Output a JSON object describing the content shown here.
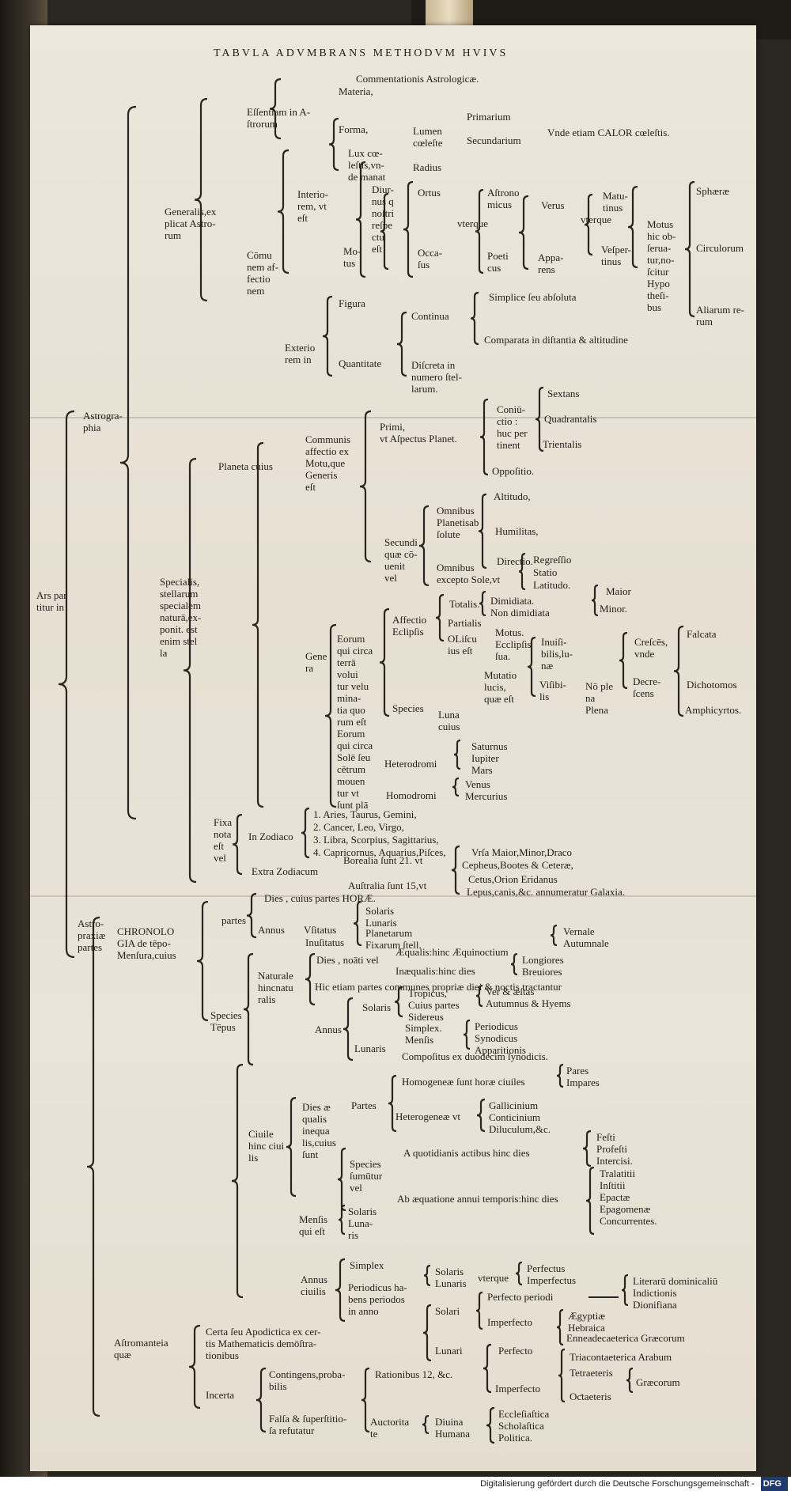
{
  "title": "TABVLA ADVMBRANS METHODVM HVIVS",
  "subtitle": "Commentationis Astrologicæ.",
  "footer": {
    "text": "Digitalisierung gefördert durch die Deutsche Forschungsgemeinschaft -",
    "logo": "DFG"
  },
  "nodes": {
    "root": "Ars par\ntitur in",
    "astrographia": "Astrogra-\nphia",
    "astropraxis": "Astro-\npraxiæ\npartes",
    "generalis": "Generalis,ex\nplicat Astro-\nrum",
    "specialis": "Specialis,\nstellarum\nspecialem\nnaturā,ex-\nponit. est\nenim stel\nla",
    "essentiam": "Eſſentiam in A-\nſtrorum",
    "materia": "Materia,",
    "forma": "Forma,",
    "communem": "Cōmu\nnem af-\nfectio\nnem",
    "interiorem": "Interio-\nrem, vt\neſt",
    "exteriorem": "Exterio\nrem in",
    "lux": "Lux cœ-\nleſtis,vn-\nde manat",
    "motus": "Mo-\ntus",
    "lumen": "Lumen\ncœleſte",
    "radius": "Radius",
    "primarium": "Primarium",
    "secundarium": "Secundarium",
    "calor": "Vnde etiam CALOR cœleſtis.",
    "diurnus": "Diur-\nnus q\nnoſtri\nreſpe\nctu\neſt",
    "ortus": "Ortus",
    "occasus": "Occa-\nſus",
    "vterque1": "vterque",
    "astronomicus": "Aſtrono\nmicus",
    "poeticus": "Poeti\ncus",
    "verus": "Verus",
    "apparens": "Appa-\nrens",
    "vterque2": "vterque",
    "matutinus": "Matu-\ntinus",
    "vespertinus": "Veſper-\ntinus",
    "motushic": "Motus\nhic ob-\nſerua-\ntur,no-\nſcitur\nHypo\ntheſi-\nbus",
    "sphaerae": "Sphæræ",
    "circulorum": "Circulorum",
    "aliarum": "Aliarum re-\nrum",
    "figura": "Figura",
    "quantitate": "Quantitate",
    "continua": "Continua",
    "discreta": "Diſcreta in\nnumero ſtel-\nlarum.",
    "simplice": "Simplice ſeu abſoluta",
    "comparata": "Comparata in diſtantia & altitudine",
    "planeta": "Planeta cuius",
    "communis": "Communis\naffectio ex\nMotu,que\nGeneris\neſt",
    "primi": "Primi,\nvt Aſpectus Planet.",
    "coniunctio": "Coniū-\nctio :\nhuc per\ntinent",
    "oppositio": "Oppoſitio.",
    "sextans": "Sextans",
    "quadrantalis": "Quadrantalis",
    "trientalis": "Trientalis",
    "secundi": "Secundi\nquæ cō-\nuenit\nvel",
    "omnibus1": "Omnibus\nPlanetisab\nſolute",
    "omnibus2": "Omnibus\nexcepto Sole,vt",
    "altitudo": "Altitudo,",
    "humilitas": "Humilitas,",
    "directio": "Directio.",
    "regressio": "Regreſſio",
    "statio": "Statio",
    "latitudo": "Latitudo.",
    "genera": "Gene\nra",
    "eorum": "Eorum\nqui circa\nterrā\nvolui\ntur velu\nmina-\ntia quo\nrum eſt\nEorum\nqui circa\nSolē ſeu\ncētrum\nmouen\ntur vt\nſunt plā",
    "affectio": "Affectio\nEclipſis",
    "species": "Species",
    "totalis": "Totalis.",
    "partialis": "Partialis",
    "dimidiata": "Dimidiata.\nNon dimidiata",
    "solis": "OLiſcu\nius eſt",
    "motuseclipsis": "Motus.\nEcclipſis\nſua.",
    "maior": "Maior",
    "minor": "Minor.",
    "luna": "Luna\ncuius",
    "mutatio": "Mutatio\nlucis,\nquæ eſt",
    "inuisibilis": "Inuiſi-\nbilis,lu-\nnæ",
    "visibilis": "Viſibi-\nlis",
    "nople": "Nō ple\nna\nPlena",
    "crescens": "Creſcēs,\nvnde",
    "decrescens": "Decre-\nſcens",
    "falcata": "Falcata",
    "dichotomos": "Dichotomos",
    "amphicyrtos": "Amphicyrtos.",
    "heterodromi": "Heterodromi",
    "homodromi": "Homodromi",
    "saturnus": "Saturnus\nIupiter\nMars",
    "venus": "Venus\nMercurius",
    "fixa": "Fixa\nnota\neſt\nvel",
    "inzodiaco": "In Zodiaco",
    "zod1": "1. Aries, Taurus, Gemini,",
    "zod2": "2. Cancer, Leo, Virgo,",
    "zod3": "3. Libra, Scorpius, Sagittarius,",
    "zod4": "4. Capricornus, Aquarius,Piſces,",
    "extrazodiacum": "Extra Zodiacum",
    "borealia": "Borealia ſunt 21. vt",
    "australia": "Auſtralia ſunt 15,vt",
    "vrsa": "Vrſa Maior,Minor,Draco",
    "cepheus": "Cepheus,Bootes & Ceteræ,",
    "cetus": "Cetus,Orion Eridanus",
    "lepus": "Lepus,canis,&c. annumeratur Galaxia.",
    "chronologia": "CHRONOLO\nGIA de tēpo-\nMenſura,cuius",
    "partes": "partes",
    "speciestempus": "Species\nTēpus",
    "dies": "Dies , cuius partes HORÆ.",
    "annus": "Annus",
    "vsitatus": "Vſitatus",
    "inusitatus": "Inuſitatus",
    "solaris1": "Solaris\nLunaris",
    "planetarum": "Planetarum\nFixarum ſtell.",
    "naturale": "Naturale\nhincnatu\nralis",
    "diesnocti": "Dies , noāti vel",
    "aequalis": "Æqualis:hinc Æquinoctium",
    "inaequalis": "Inæqualis:hinc dies",
    "vernale": "Vernale\nAutumnale",
    "longiores": "Longiores\nBreuiores",
    "hicetiam": "Hic etiam partes communes propriæ diei & noctis tractantur",
    "annus2": "Annus",
    "solaris2": "Solaris",
    "lunaris2": "Lunaris",
    "tropicus": "Tropicus,\nCuius partes\nSidereus",
    "veraestas": "Ver & æſtas\nAutumnus & Hyems",
    "simplex": "Simplex.\nMenſis",
    "periodicus": "Periodicus\nSynodicus\nApparitionis",
    "compositus": "Compoſitus ex duodecim ſynodicis.",
    "ciuile": "Ciuile\nhinc ciui\nlis",
    "diesae": "Dies æ\nqualis\ninequa\nlis,cuius\nſunt",
    "partes2": "Partes",
    "homogeneae": "Homogeneæ ſunt horæ ciuiles",
    "pares": "Pares\nImpares",
    "heterogeneae": "Heterogeneæ vt",
    "gallicinium": "Gallicinium\nConticinium\nDiluculum,&c.",
    "species2": "Species\nſumūtur\nvel",
    "aquotidianis": "A quotidianis actibus hinc dies",
    "abaequatione": "Ab æquatione annui temporis:hinc dies",
    "festi": "Feſti\nProfeſti\nIntercisi.",
    "translatitii": "Tralatitii\nInſtitii\nEpactæ\nEpagomenæ\nConcurrentes.",
    "mensis": "Menſis\nqui eſt",
    "solarislunaris": "Solaris\nLuna-\nris",
    "annusciuilis": "Annus\nciuilis",
    "simplex2": "Simplex",
    "periodicushabens": "Periodicus ha-\nbens periodos\nin anno",
    "solarislunaris2": "Solaris\nLunaris",
    "vterque3": "vterque",
    "perfectus": "Perfectus\nImperfectus",
    "literarum": "Literarū dominicaliū\nIndictionis\nDionifiana",
    "solari": "Solari",
    "lunari": "Lunari",
    "perfectoperiodi": "Perfecto periodi",
    "imperfecto": "Imperfecto",
    "aegyptiae": "Ægyptiæ\nHebraica",
    "enneadecaeterica": "Enneadecaeterica Græcorum",
    "perfecto2": "Perfecto",
    "imperfecto2": "Imperfecto",
    "triacontaeterica": "Triacontaeterica Arabum",
    "tetraeteris": "Tetraeteris",
    "graecorum": "Græcorum",
    "octaeteris": "Oƈtaeteris",
    "astromanteia": "Aſtromanteia\nquæ",
    "certa": "Certa ſeu Apodictica ex cer-\ntis Mathematicis demōſtra-\ntionibus",
    "incerta": "Incerta",
    "contingens": "Contingens,proba-\nbilis",
    "falsa": "Falſa & ſuperſtitio-\nſa refutatur",
    "rationibus": "Rationibus 12, &c.",
    "auctoritate": "Auctorita\nte",
    "diuina": "Diuina\nHumana",
    "ecclesiastica": "Eccleſiaſtica\nScholaſtica\nPolitica."
  }
}
